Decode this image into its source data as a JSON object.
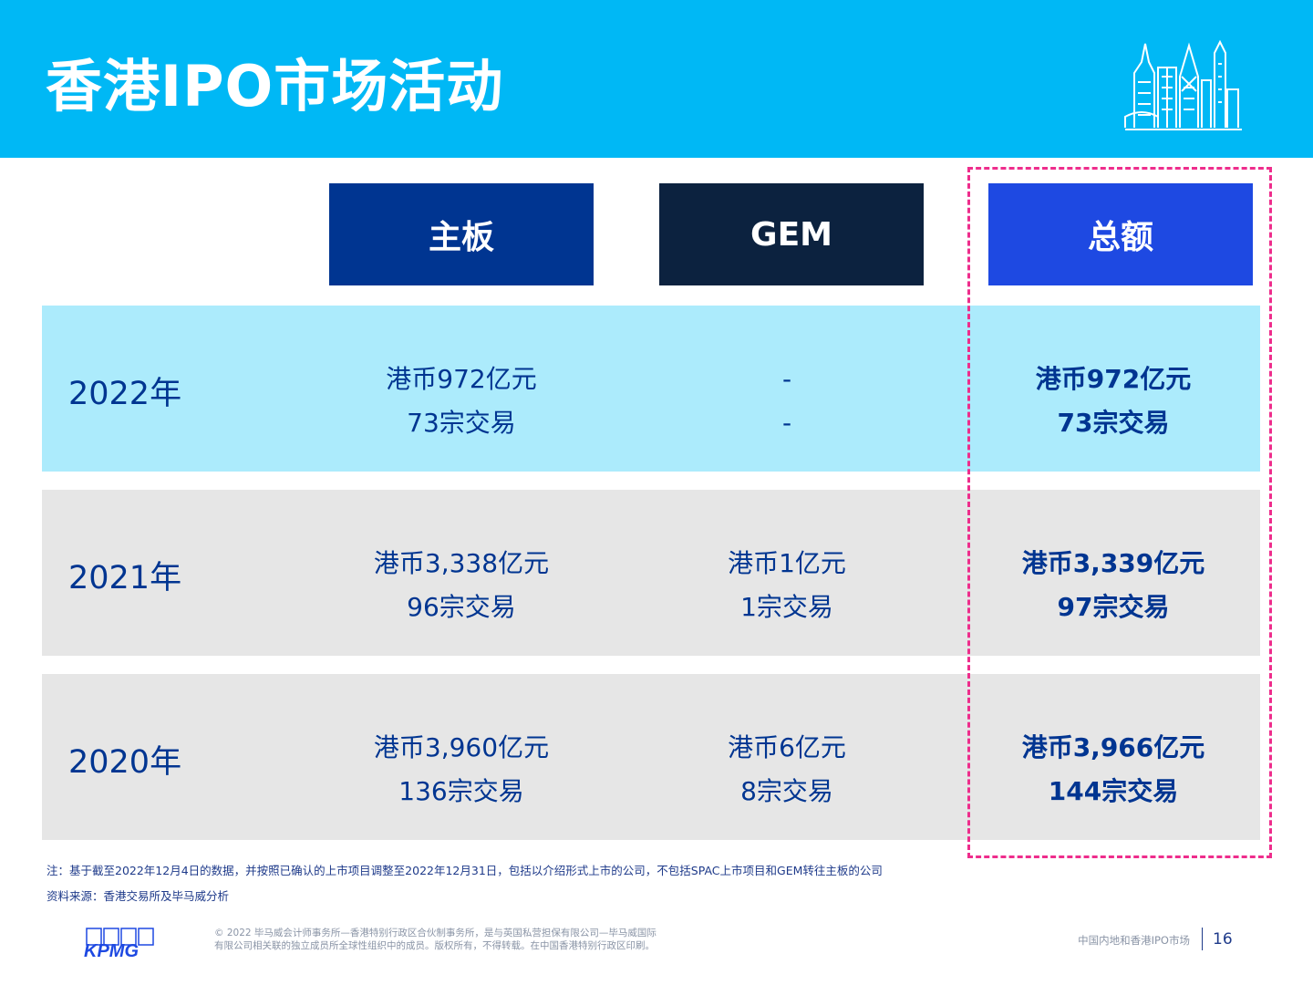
{
  "header": {
    "title": "香港IPO市场活动",
    "background_color": "#00b8f5",
    "icon": "hong-kong-skyline-icon"
  },
  "columns": {
    "main_board": "主板",
    "gem": "GEM",
    "total": "总额"
  },
  "rows": [
    {
      "year": "2022年",
      "main_board": {
        "amount": "港币972亿元",
        "deals": "73宗交易"
      },
      "gem": {
        "amount": "-",
        "deals": "-"
      },
      "total": {
        "amount": "港币972亿元",
        "deals": "73宗交易"
      }
    },
    {
      "year": "2021年",
      "main_board": {
        "amount": "港币3,338亿元",
        "deals": "96宗交易"
      },
      "gem": {
        "amount": "港币1亿元",
        "deals": "1宗交易"
      },
      "total": {
        "amount": "港币3,339亿元",
        "deals": "97宗交易"
      }
    },
    {
      "year": "2020年",
      "main_board": {
        "amount": "港币3,960亿元",
        "deals": "136宗交易"
      },
      "gem": {
        "amount": "港币6亿元",
        "deals": "8宗交易"
      },
      "total": {
        "amount": "港币3,966亿元",
        "deals": "144宗交易"
      }
    }
  ],
  "notes": {
    "note": "注：基于截至2022年12月4日的数据，并按照已确认的上市项目调整至2022年12月31日，包括以介绍形式上市的公司，不包括SPAC上市项目和GEM转往主板的公司",
    "source": "资料来源：香港交易所及毕马威分析"
  },
  "footer": {
    "logo_text": "KPMG",
    "copyright_line1": "© 2022 毕马威会计师事务所—香港特别行政区合伙制事务所，是与英国私营担保有限公司—毕马威国际",
    "copyright_line2": "有限公司相关联的独立成员所全球性组织中的成员。版权所有，不得转载。在中国香港特别行政区印刷。",
    "report_title": "中国内地和香港IPO市场",
    "page_number": "16"
  },
  "colors": {
    "main_board_header": "#003591",
    "gem_header": "#0c223f",
    "total_header": "#1e49e2",
    "row_2022": "#acebfc",
    "row_other": "#e6e6e6",
    "highlight_border": "#ee2d8c",
    "text_navy": "#003591"
  }
}
